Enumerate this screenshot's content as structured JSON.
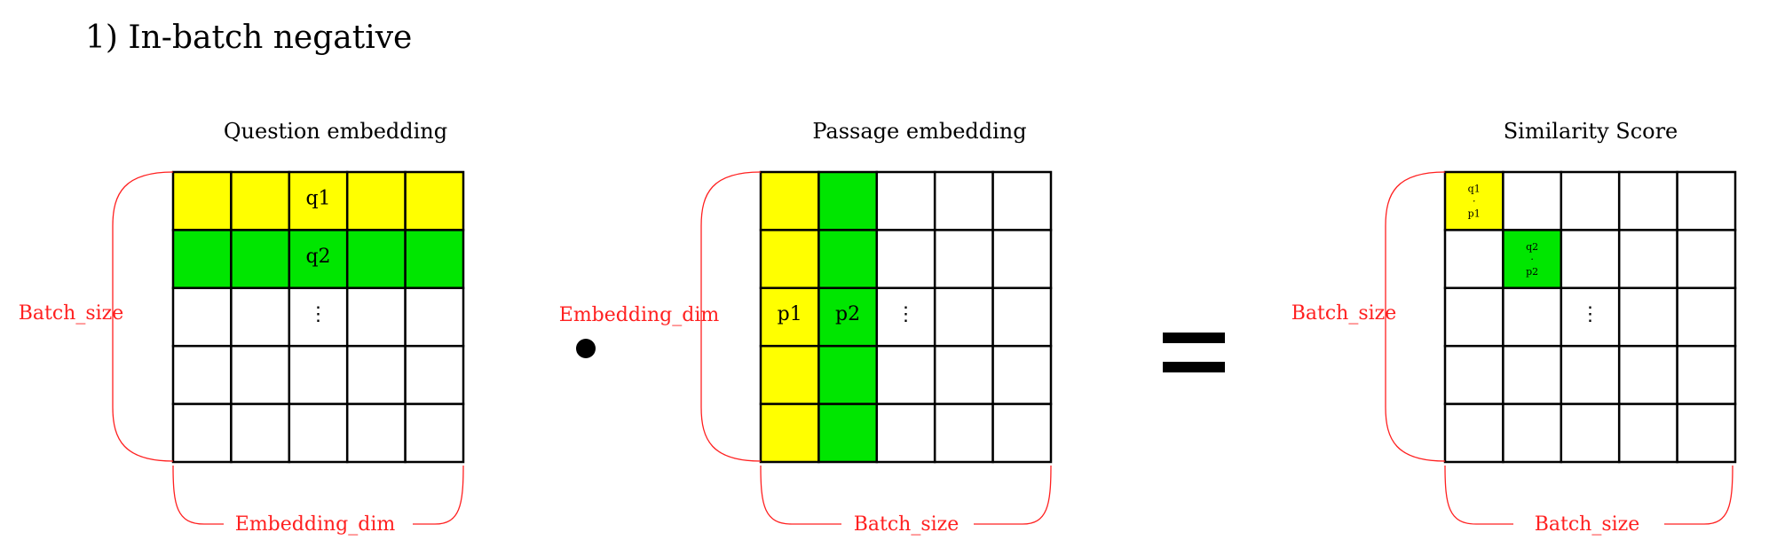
{
  "heading": "1) In-batch negative",
  "colors": {
    "highlight_yellow": "#ffff00",
    "highlight_green": "#00e600",
    "brace_red": "#ff2020",
    "grid_line": "#000000",
    "annotation_text": "#ff2020"
  },
  "operators": {
    "dot_symbol": "dot",
    "equals_symbol": "equals"
  },
  "matrices": [
    {
      "title": "Question embedding",
      "left_label": "Batch_size",
      "bottom_label": "Embedding_dim",
      "cells": [
        [
          "Y",
          "Y",
          "Y",
          "Y",
          "Y"
        ],
        [
          "G",
          "G",
          "G",
          "G",
          "G"
        ],
        [
          "",
          "",
          "",
          "",
          ""
        ],
        [
          "",
          "",
          "",
          "",
          ""
        ],
        [
          "",
          "",
          "",
          "",
          ""
        ]
      ],
      "texts": [
        {
          "row": 0,
          "col": 2,
          "lines": [
            "q1"
          ],
          "size": "large"
        },
        {
          "row": 1,
          "col": 2,
          "lines": [
            "q2"
          ],
          "size": "large"
        },
        {
          "row": 2,
          "col": 2,
          "lines": [
            "⋮"
          ],
          "size": "large"
        }
      ]
    },
    {
      "title": "Passage embedding",
      "left_label": "Embedding_dim",
      "bottom_label": "Batch_size",
      "cells": [
        [
          "Y",
          "G",
          "",
          "",
          ""
        ],
        [
          "Y",
          "G",
          "",
          "",
          ""
        ],
        [
          "Y",
          "G",
          "",
          "",
          ""
        ],
        [
          "Y",
          "G",
          "",
          "",
          ""
        ],
        [
          "Y",
          "G",
          "",
          "",
          ""
        ]
      ],
      "texts": [
        {
          "row": 2,
          "col": 0,
          "lines": [
            "p1"
          ],
          "size": "large"
        },
        {
          "row": 2,
          "col": 1,
          "lines": [
            "p2"
          ],
          "size": "large"
        },
        {
          "row": 2,
          "col": 2,
          "lines": [
            "⋮"
          ],
          "size": "large"
        }
      ]
    },
    {
      "title": "Similarity Score",
      "left_label": "Batch_size",
      "bottom_label": "Batch_size",
      "cells": [
        [
          "Y",
          "",
          "",
          "",
          ""
        ],
        [
          "",
          "G",
          "",
          "",
          ""
        ],
        [
          "",
          "",
          "",
          "",
          ""
        ],
        [
          "",
          "",
          "",
          "",
          ""
        ],
        [
          "",
          "",
          "",
          "",
          ""
        ]
      ],
      "texts": [
        {
          "row": 0,
          "col": 0,
          "lines": [
            "q1",
            "·",
            "p1"
          ],
          "size": "small"
        },
        {
          "row": 1,
          "col": 1,
          "lines": [
            "q2",
            "·",
            "p2"
          ],
          "size": "small"
        },
        {
          "row": 2,
          "col": 2,
          "lines": [
            "⋮"
          ],
          "size": "large"
        }
      ]
    }
  ]
}
